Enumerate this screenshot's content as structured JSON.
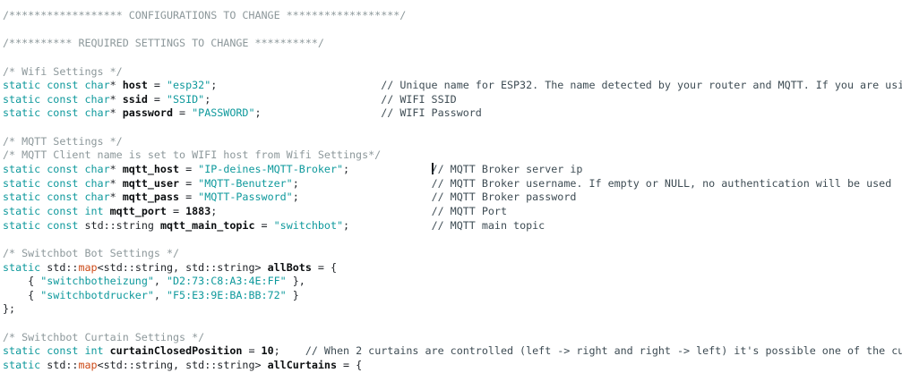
{
  "colors": {
    "keyword": "#0e999c",
    "string": "#0e999c",
    "plain": "#1f2328",
    "identifier_bold": "#0b0e10",
    "comment_block": "#8d989b",
    "comment_line": "#3e4c54",
    "type_highlight": "#cc4a17",
    "background": "#ffffff",
    "cursor": "#15181b"
  },
  "code": {
    "lines": [
      {
        "segments": [
          {
            "t": "/****************** CONFIGURATIONS TO CHANGE ******************/",
            "c": "cb"
          }
        ]
      },
      {
        "segments": []
      },
      {
        "segments": [
          {
            "t": "/********** REQUIRED SETTINGS TO CHANGE **********/",
            "c": "cb"
          }
        ]
      },
      {
        "segments": []
      },
      {
        "segments": [
          {
            "t": "/* Wifi Settings */",
            "c": "cb"
          }
        ]
      },
      {
        "segments": [
          {
            "t": "static const char",
            "c": "kw"
          },
          {
            "t": "* ",
            "c": "pl"
          },
          {
            "t": "host",
            "c": "b"
          },
          {
            "t": " = ",
            "c": "pl"
          },
          {
            "t": "\"esp32\"",
            "c": "str"
          },
          {
            "t": ";",
            "c": "pl"
          },
          {
            "t": "                          ",
            "c": "pl"
          },
          {
            "t": "// Unique name for ESP32. The name detected by your router and MQTT. If you are usi",
            "c": "cl"
          }
        ]
      },
      {
        "segments": [
          {
            "t": "static const char",
            "c": "kw"
          },
          {
            "t": "* ",
            "c": "pl"
          },
          {
            "t": "ssid",
            "c": "b"
          },
          {
            "t": " = ",
            "c": "pl"
          },
          {
            "t": "\"SSID\"",
            "c": "str"
          },
          {
            "t": ";",
            "c": "pl"
          },
          {
            "t": "                           ",
            "c": "pl"
          },
          {
            "t": "// WIFI SSID",
            "c": "cl"
          }
        ]
      },
      {
        "segments": [
          {
            "t": "static const char",
            "c": "kw"
          },
          {
            "t": "* ",
            "c": "pl"
          },
          {
            "t": "password",
            "c": "b"
          },
          {
            "t": " = ",
            "c": "pl"
          },
          {
            "t": "\"PASSWORD\"",
            "c": "str"
          },
          {
            "t": ";",
            "c": "pl"
          },
          {
            "t": "                   ",
            "c": "pl"
          },
          {
            "t": "// WIFI Password",
            "c": "cl"
          }
        ]
      },
      {
        "segments": []
      },
      {
        "segments": [
          {
            "t": "/* MQTT Settings */",
            "c": "cb"
          }
        ]
      },
      {
        "segments": [
          {
            "t": "/* MQTT Client name is set to WIFI host from Wifi Settings*/",
            "c": "cb"
          }
        ]
      },
      {
        "segments": [
          {
            "t": "static const char",
            "c": "kw"
          },
          {
            "t": "* ",
            "c": "pl"
          },
          {
            "t": "mqtt_host",
            "c": "b"
          },
          {
            "t": " = ",
            "c": "pl"
          },
          {
            "t": "\"IP-deines-MQTT-Broker\"",
            "c": "str"
          },
          {
            "t": ";",
            "c": "pl"
          },
          {
            "t": "             ",
            "c": "pl"
          },
          {
            "t": "",
            "c": "caret"
          },
          {
            "t": "// MQTT Broker server ip",
            "c": "cl"
          }
        ]
      },
      {
        "segments": [
          {
            "t": "static const char",
            "c": "kw"
          },
          {
            "t": "* ",
            "c": "pl"
          },
          {
            "t": "mqtt_user",
            "c": "b"
          },
          {
            "t": " = ",
            "c": "pl"
          },
          {
            "t": "\"MQTT-Benutzer\"",
            "c": "str"
          },
          {
            "t": ";",
            "c": "pl"
          },
          {
            "t": "                     ",
            "c": "pl"
          },
          {
            "t": "// MQTT Broker username. If empty or NULL, no authentication will be used",
            "c": "cl"
          }
        ]
      },
      {
        "segments": [
          {
            "t": "static const char",
            "c": "kw"
          },
          {
            "t": "* ",
            "c": "pl"
          },
          {
            "t": "mqtt_pass",
            "c": "b"
          },
          {
            "t": " = ",
            "c": "pl"
          },
          {
            "t": "\"MQTT-Password\"",
            "c": "str"
          },
          {
            "t": ";",
            "c": "pl"
          },
          {
            "t": "                     ",
            "c": "pl"
          },
          {
            "t": "// MQTT Broker password",
            "c": "cl"
          }
        ]
      },
      {
        "segments": [
          {
            "t": "static const int",
            "c": "kw"
          },
          {
            "t": " ",
            "c": "pl"
          },
          {
            "t": "mqtt_port",
            "c": "b"
          },
          {
            "t": " = ",
            "c": "pl"
          },
          {
            "t": "1883",
            "c": "b"
          },
          {
            "t": ";",
            "c": "pl"
          },
          {
            "t": "                                  ",
            "c": "pl"
          },
          {
            "t": "// MQTT Port",
            "c": "cl"
          }
        ]
      },
      {
        "segments": [
          {
            "t": "static const",
            "c": "kw"
          },
          {
            "t": " std::string ",
            "c": "pl"
          },
          {
            "t": "mqtt_main_topic",
            "c": "b"
          },
          {
            "t": " = ",
            "c": "pl"
          },
          {
            "t": "\"switchbot\"",
            "c": "str"
          },
          {
            "t": ";",
            "c": "pl"
          },
          {
            "t": "             ",
            "c": "pl"
          },
          {
            "t": "// MQTT main topic",
            "c": "cl"
          }
        ]
      },
      {
        "segments": []
      },
      {
        "segments": [
          {
            "t": "/* Switchbot Bot Settings */",
            "c": "cb"
          }
        ]
      },
      {
        "segments": [
          {
            "t": "static",
            "c": "kw"
          },
          {
            "t": " std::",
            "c": "pl"
          },
          {
            "t": "map",
            "c": "ty"
          },
          {
            "t": "<std::string, std::string> ",
            "c": "pl"
          },
          {
            "t": "allBots",
            "c": "b"
          },
          {
            "t": " = {",
            "c": "pl"
          }
        ]
      },
      {
        "segments": [
          {
            "t": "    { ",
            "c": "pl"
          },
          {
            "t": "\"switchbotheizung\"",
            "c": "str"
          },
          {
            "t": ", ",
            "c": "pl"
          },
          {
            "t": "\"D2:73:C8:A3:4E:FF\"",
            "c": "str"
          },
          {
            "t": " },",
            "c": "pl"
          }
        ]
      },
      {
        "segments": [
          {
            "t": "    { ",
            "c": "pl"
          },
          {
            "t": "\"switchbotdrucker\"",
            "c": "str"
          },
          {
            "t": ", ",
            "c": "pl"
          },
          {
            "t": "\"F5:E3:9E:BA:BB:72\"",
            "c": "str"
          },
          {
            "t": " }",
            "c": "pl"
          }
        ]
      },
      {
        "segments": [
          {
            "t": "};",
            "c": "pl"
          }
        ]
      },
      {
        "segments": []
      },
      {
        "segments": [
          {
            "t": "/* Switchbot Curtain Settings */",
            "c": "cb"
          }
        ]
      },
      {
        "segments": [
          {
            "t": "static const int",
            "c": "kw"
          },
          {
            "t": " ",
            "c": "pl"
          },
          {
            "t": "curtainClosedPosition",
            "c": "b"
          },
          {
            "t": " = ",
            "c": "pl"
          },
          {
            "t": "10",
            "c": "b"
          },
          {
            "t": ";    ",
            "c": "pl"
          },
          {
            "t": "// When 2 curtains are controlled (left -> right and right -> left) it's possible one of the cu",
            "c": "cl"
          }
        ]
      },
      {
        "segments": [
          {
            "t": "static",
            "c": "kw"
          },
          {
            "t": " std::",
            "c": "pl"
          },
          {
            "t": "map",
            "c": "ty"
          },
          {
            "t": "<std::string, std::string> ",
            "c": "pl"
          },
          {
            "t": "allCurtains",
            "c": "b"
          },
          {
            "t": " = {",
            "c": "pl"
          }
        ]
      }
    ]
  },
  "cursor": {
    "visible": true,
    "line": 11,
    "before_text": "// MQTT Broker server ip"
  }
}
